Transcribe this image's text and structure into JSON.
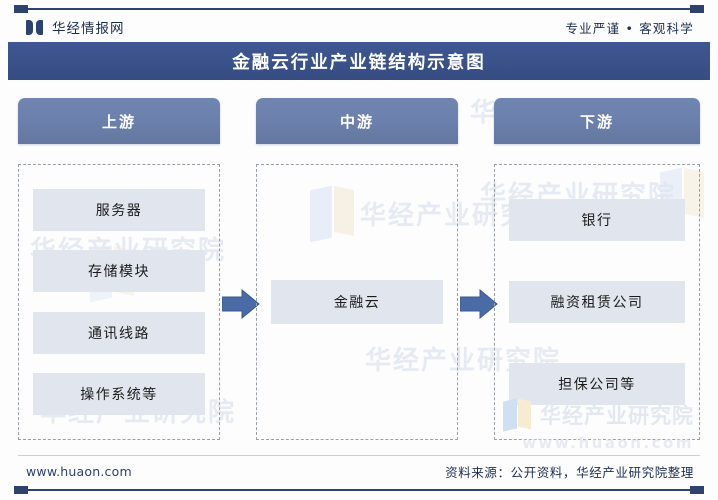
{
  "header": {
    "brand": "华经情报网",
    "brand_icon": "book-open-icon",
    "tagline": "专业严谨 • 客观科学"
  },
  "title": {
    "text": "金融云行业产业链结构示意图"
  },
  "colors": {
    "title_band": "#3a5189",
    "stage_header": "#6b80ac",
    "item_box": "#e1e5ed",
    "arrow": "#4a6ba5",
    "dashed_border": "#9aa0a8",
    "accent_rule": "#2e4270"
  },
  "chain": {
    "stages": [
      {
        "label": "上游",
        "items": [
          "服务器",
          "存储模块",
          "通讯线路",
          "操作系统等"
        ]
      },
      {
        "label": "中游",
        "items": [
          "金融云"
        ]
      },
      {
        "label": "下游",
        "items": [
          "银行",
          "融资租赁公司",
          "担保公司等"
        ]
      }
    ],
    "connectors": [
      {
        "name": "arrow-upstream-to-midstream",
        "direction": "right"
      },
      {
        "name": "arrow-midstream-to-downstream",
        "direction": "right"
      }
    ]
  },
  "watermarks": {
    "text": "华经产业研究院",
    "url": "www.huaon.com"
  },
  "footer": {
    "site": "www.huaon.com",
    "source": "资料来源：公开资料，华经产业研究院整理"
  }
}
